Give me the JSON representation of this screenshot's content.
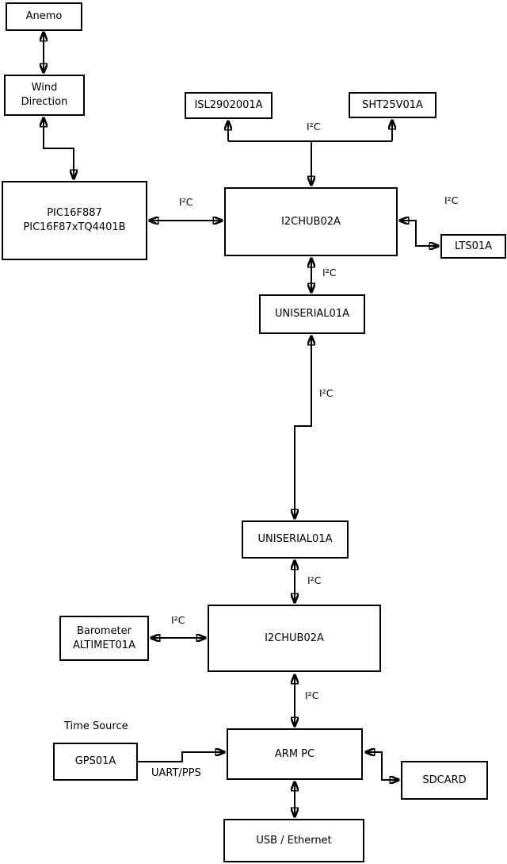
{
  "diagram": {
    "title": "sensor-architecture-block-diagram",
    "colors": {
      "line": "#000000",
      "background": "#ffffff",
      "box_fill": "#ffffff",
      "text": "#000000"
    },
    "nodes": {
      "anemo": {
        "label": "Anemo"
      },
      "wind_direction": {
        "line1": "Wind",
        "line2": "Direction"
      },
      "pic": {
        "line1": "PIC16F887",
        "line2": "PIC16F87xTQ4401B"
      },
      "isl": {
        "label": "ISL2902001A"
      },
      "sht": {
        "label": "SHT25V01A"
      },
      "i2chub_top": {
        "label": "I2CHUB02A"
      },
      "lts": {
        "label": "LTS01A"
      },
      "uniserial_top": {
        "label": "UNISERIAL01A"
      },
      "uniserial_bottom": {
        "label": "UNISERIAL01A"
      },
      "i2chub_bottom": {
        "label": "I2CHUB02A"
      },
      "barometer": {
        "line1": "Barometer",
        "line2": "ALTIMET01A"
      },
      "gps": {
        "label": "GPS01A"
      },
      "arm_pc": {
        "label": "ARM PC"
      },
      "sdcard": {
        "label": "SDCARD"
      },
      "usb_ethernet": {
        "label": "USB / Ethernet"
      }
    },
    "edge_labels": {
      "i2c_sensors": "I²C",
      "i2c_pic_hub": "I²C",
      "i2c_hub_lts": "I²C",
      "i2c_hub_uniserial": "I²C",
      "i2c_uniserial_link": "I²C",
      "i2c_uniserial_hub2": "I²C",
      "i2c_barometer": "I²C",
      "i2c_hub2_arm": "I²C",
      "time_source": "Time Source",
      "uart_pps": "UART/PPS"
    }
  }
}
